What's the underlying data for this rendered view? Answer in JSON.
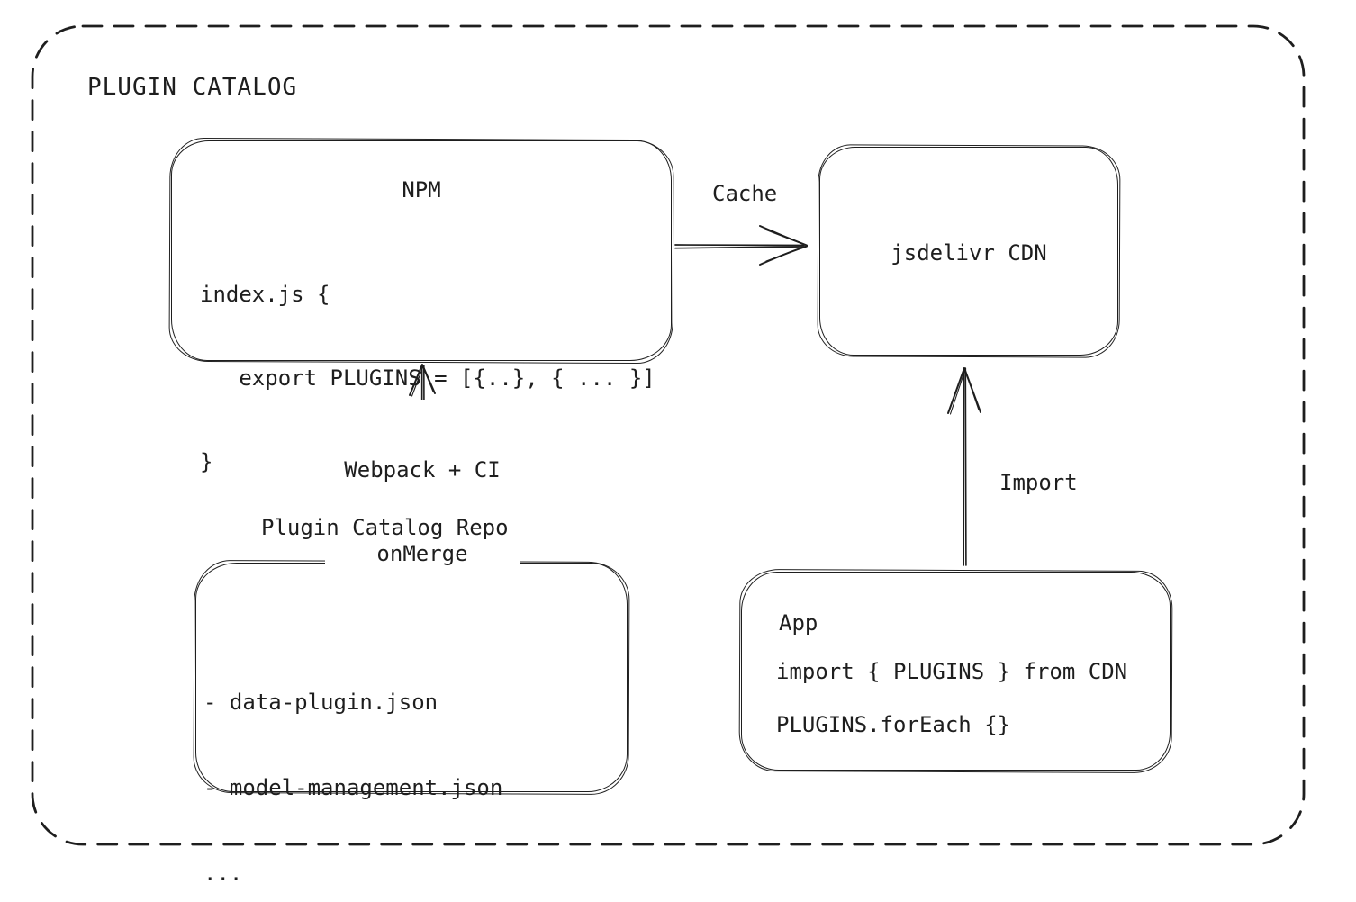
{
  "colors": {
    "stroke": "#1e1e1e",
    "background": "#ffffff"
  },
  "frame": {
    "title": "PLUGIN CATALOG"
  },
  "nodes": {
    "npm": {
      "title": "NPM",
      "code": [
        "index.js {",
        "   export PLUGINS = [{..}, { ... }]",
        "}"
      ]
    },
    "cdn": {
      "title": "jsdelivr CDN"
    },
    "repo": {
      "title": "Plugin Catalog Repo",
      "files": [
        "- data-plugin.json",
        "- model-management.json",
        "..."
      ]
    },
    "app": {
      "title": "App",
      "code": [
        "import { PLUGINS } from CDN",
        "PLUGINS.forEach {}"
      ]
    }
  },
  "edges": {
    "cache": {
      "label": "Cache",
      "from": "NPM",
      "to": "jsdelivr CDN"
    },
    "build": {
      "label": [
        "Webpack + CI",
        "onMerge"
      ],
      "from": "Plugin Catalog Repo",
      "to": "NPM"
    },
    "import": {
      "label": "Import",
      "from": "App",
      "to": "jsdelivr CDN"
    }
  }
}
